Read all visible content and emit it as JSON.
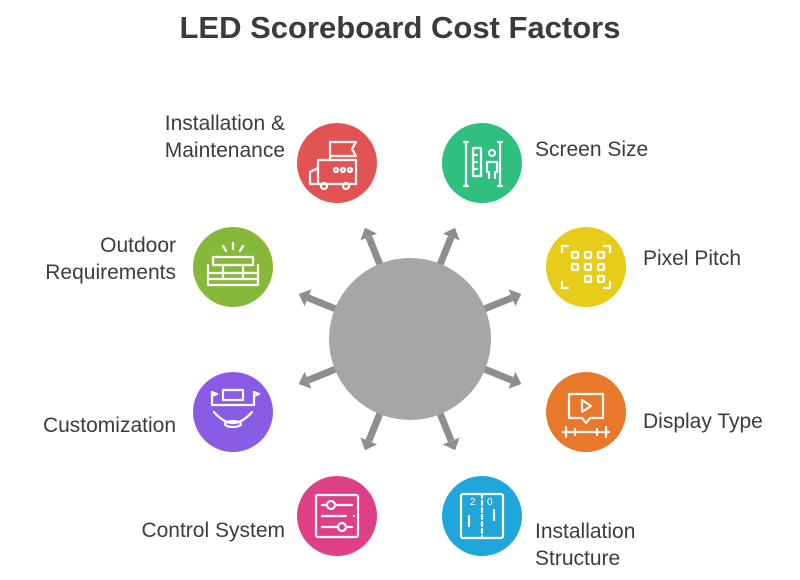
{
  "title": "LED Scoreboard Cost Factors",
  "colors": {
    "hub": "#a6a6a6",
    "arrow": "#8e8e8e",
    "icon_stroke": "#ffffff"
  },
  "factors": [
    {
      "id": "installation-maintenance",
      "lines": [
        "Installation &",
        "Maintenance"
      ],
      "color": "#e25453",
      "icon": "truck-icon"
    },
    {
      "id": "screen-size",
      "lines": [
        "Screen Size"
      ],
      "color": "#2fbf7f",
      "icon": "ruler-person-icon"
    },
    {
      "id": "pixel-pitch",
      "lines": [
        "Pixel Pitch"
      ],
      "color": "#e8cc1a",
      "icon": "pixel-grid-icon"
    },
    {
      "id": "display-type",
      "lines": [
        "Display Type"
      ],
      "color": "#e8782a",
      "icon": "video-play-icon"
    },
    {
      "id": "installation-structure",
      "lines": [
        "Installation",
        "Structure"
      ],
      "color": "#1fa6da",
      "icon": "scoreboard-court-icon"
    },
    {
      "id": "control-system",
      "lines": [
        "Control System"
      ],
      "color": "#df3f86",
      "icon": "sliders-icon"
    },
    {
      "id": "customization",
      "lines": [
        "Customization"
      ],
      "color": "#8a5ce6",
      "icon": "custom-screen-icon"
    },
    {
      "id": "outdoor-requirements",
      "lines": [
        "Outdoor",
        "Requirements"
      ],
      "color": "#86b83a",
      "icon": "stadium-icon"
    }
  ]
}
